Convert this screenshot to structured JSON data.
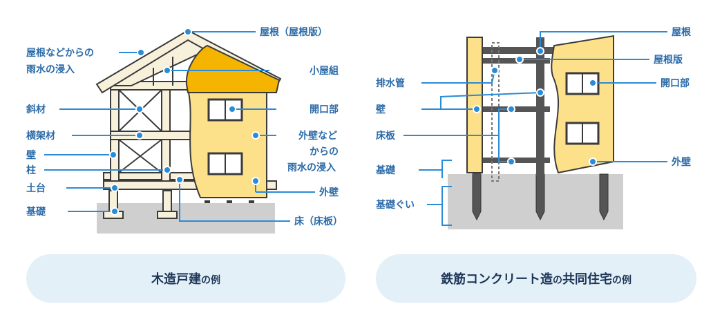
{
  "left": {
    "caption_main": "木造戸建",
    "caption_suffix": "の例",
    "labels": {
      "roof": "屋根（屋根版）",
      "rain_roof_1": "屋根などからの",
      "rain_roof_2": "雨水の浸入",
      "truss": "小屋組",
      "brace": "斜材",
      "opening": "開口部",
      "beam": "横架材",
      "rain_wall_1": "外壁など",
      "rain_wall_2": "からの",
      "rain_wall_3": "雨水の浸入",
      "wall": "壁",
      "column": "柱",
      "sill": "土台",
      "exterior_wall": "外壁",
      "foundation": "基礎",
      "floor": "床（床板）"
    }
  },
  "right": {
    "caption_main": "鉄筋コンクリート造",
    "caption_suffix": "の",
    "caption_main2": "共同住宅",
    "caption_suffix2": "の例",
    "labels": {
      "roof": "屋根",
      "roof_slab": "屋根版",
      "drain_pipe": "排水管",
      "opening": "開口部",
      "wall": "壁",
      "floor_slab": "床板",
      "foundation": "基礎",
      "exterior_wall": "外壁",
      "pile": "基礎ぐい"
    }
  },
  "colors": {
    "label": "#2a6aa8",
    "leader": "#2a8bd6",
    "wall_fill": "#fde08a",
    "roof_fill": "#f5b400",
    "wood": "#f7f1dc",
    "ground": "#cfcfcf",
    "pill": "#e3f0f8"
  }
}
